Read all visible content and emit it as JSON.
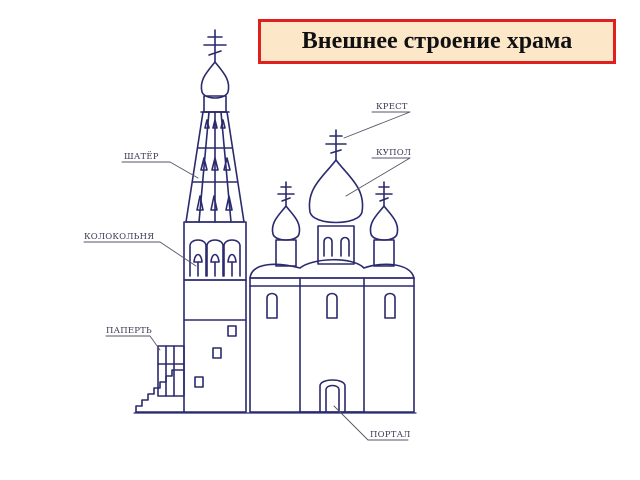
{
  "title": "Внешнее строение храма",
  "labels": {
    "shater": "ШАТЁР",
    "kolokolnya": "КОЛОКОЛЬНЯ",
    "papert": "ПАПЕРТЬ",
    "krest": "КРЕСТ",
    "kupol": "КУПОЛ",
    "portal": "ПОРТАЛ"
  },
  "colors": {
    "title_border": "#e0201f",
    "title_fill": "#fde7c9",
    "line": "#2a2a6e"
  }
}
